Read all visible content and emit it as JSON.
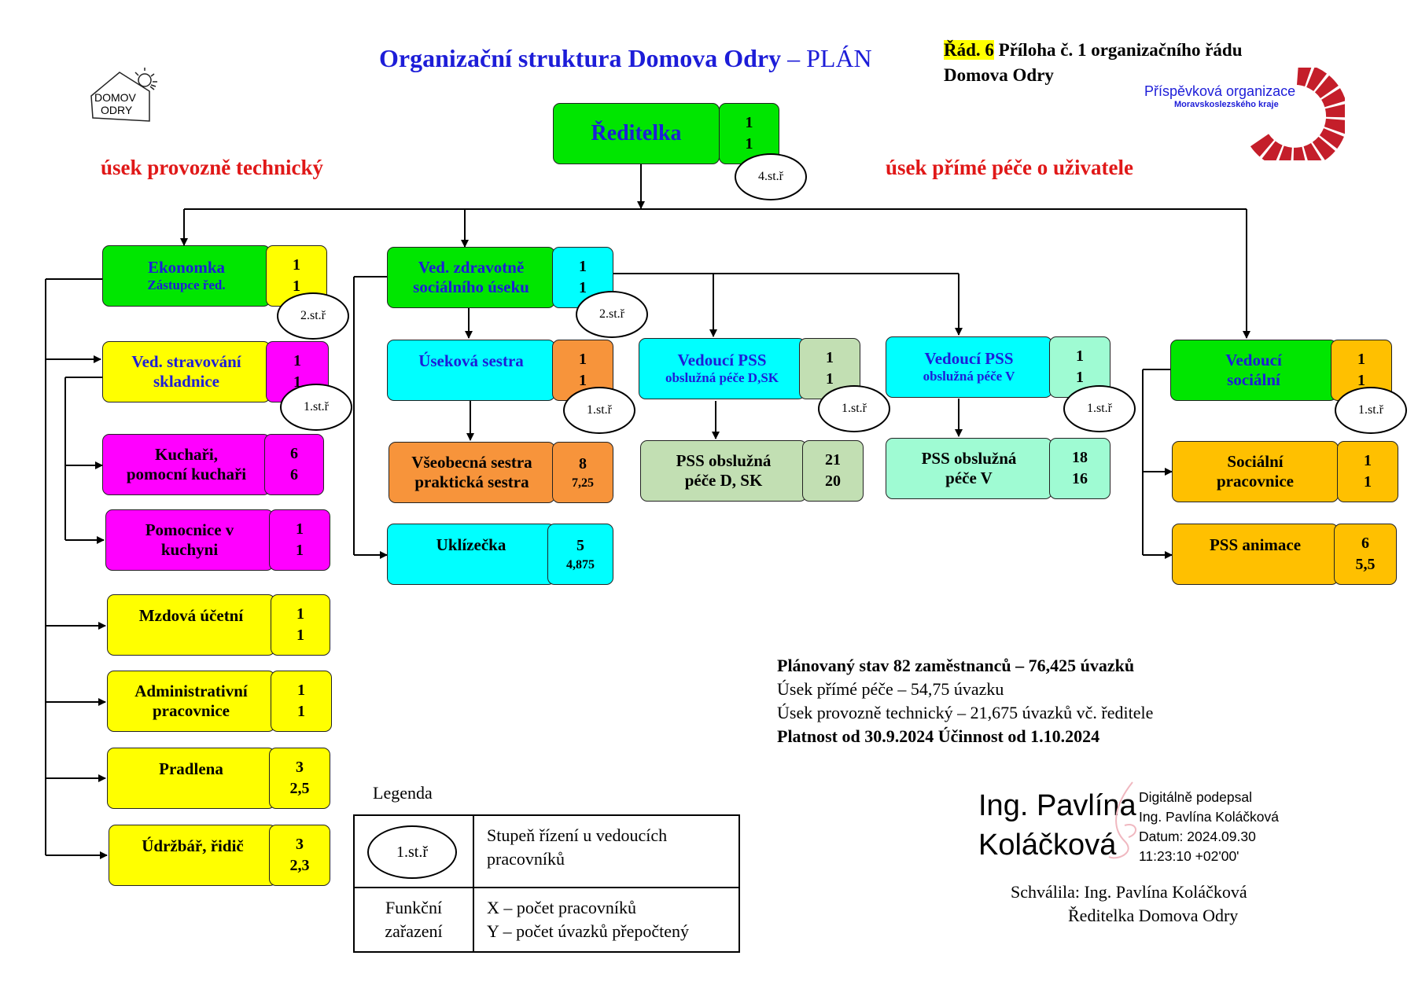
{
  "header": {
    "title_main": "Organizační struktura Domova Odry",
    "title_sep": " – ",
    "title_plan": "PLÁN",
    "rad_hl": "Řád. 6",
    "rad_rest": " Příloha č. 1 organizačního řádu",
    "rad_line2": "Domova Odry",
    "logo_left_line1": "DOMOV",
    "logo_left_line2": "ODRY",
    "logo_right_line1": "Příspěvková organizace",
    "logo_right_line2": "Moravskoslezského kraje"
  },
  "sections": {
    "left": "úsek provozně technický",
    "right": "úsek přímé péče o uživatele"
  },
  "colors": {
    "title_blue": "#1d1dd8",
    "section_red": "#e01818",
    "green": "#00e600",
    "yellow": "#ffff00",
    "magenta": "#ff00ff",
    "cyan": "#00ffff",
    "orange": "#f7943b",
    "light_green": "#c2dfb3",
    "mint": "#9ffbd3",
    "gold": "#ffc000",
    "logo_red": "#c41e2a"
  },
  "nodes": {
    "reditelka": {
      "label": "Ředitelka",
      "x": "1",
      "y": "1",
      "level": "4.st.ř"
    },
    "ekonomka": {
      "label": "Ekonomka",
      "sub": "Zástupce řed.",
      "x": "1",
      "y": "1",
      "level": "2.st.ř"
    },
    "stravovani": {
      "label1": "Ved. stravování",
      "label2": "skladnice",
      "x": "1",
      "y": "1",
      "level": "1.st.ř"
    },
    "kuchari": {
      "label1": "Kuchaři,",
      "label2": "pomocní kuchaři",
      "x": "6",
      "y": "6"
    },
    "pomocnice": {
      "label1": "Pomocnice v",
      "label2": "kuchyni",
      "x": "1",
      "y": "1"
    },
    "mzdova": {
      "label": "Mzdová účetní",
      "x": "1",
      "y": "1"
    },
    "administrativni": {
      "label1": "Administrativní",
      "label2": "pracovnice",
      "x": "1",
      "y": "1"
    },
    "pradlena": {
      "label": "Pradlena",
      "x": "3",
      "y": "2,5"
    },
    "udrzbar": {
      "label": "Údržbář, řidič",
      "x": "3",
      "y": "2,3"
    },
    "ved_zdrav": {
      "label1": "Ved. zdravotně",
      "label2": "sociálního úseku",
      "x": "1",
      "y": "1",
      "level": "2.st.ř"
    },
    "usekova": {
      "label": "Úseková sestra",
      "x": "1",
      "y": "1",
      "level": "1.st.ř"
    },
    "vseobecna": {
      "label1": "Všeobecná sestra",
      "label2": "praktická sestra",
      "x": "8",
      "y": "7,25"
    },
    "uklizecka": {
      "label": "Uklízečka",
      "x": "5",
      "y": "4,875"
    },
    "ved_pss_dsk": {
      "label": "Vedoucí PSS",
      "sub": "obslužná péče D,SK",
      "x": "1",
      "y": "1",
      "level": "1.st.ř"
    },
    "pss_dsk": {
      "label1": "PSS obslužná",
      "label2": "péče D, SK",
      "x": "21",
      "y": "20"
    },
    "ved_pss_v": {
      "label": "Vedoucí PSS",
      "sub": "obslužná péče V",
      "x": "1",
      "y": "1",
      "level": "1.st.ř"
    },
    "pss_v": {
      "label1": "PSS obslužná",
      "label2": "péče V",
      "x": "18",
      "y": "16"
    },
    "ved_social": {
      "label1": "Vedoucí",
      "label2": "sociální",
      "x": "1",
      "y": "1",
      "level": "1.st.ř"
    },
    "socialni_prac": {
      "label1": "Sociální",
      "label2": "pracovnice",
      "x": "1",
      "y": "1"
    },
    "pss_animace": {
      "label": "PSS animace",
      "x": "6",
      "y": "5,5"
    }
  },
  "summary": {
    "line1": "Plánovaný stav 82 zaměstnanců – 76,425 úvazků",
    "line2": "Úsek přímé péče – 54,75 úvazku",
    "line3": "Úsek provozně technický – 21,675 úvazků vč. ředitele",
    "line4": "Platnost od 30.9.2024 Účinnost od 1.10.2024"
  },
  "legend": {
    "title": "Legenda",
    "oval": "1.st.ř",
    "oval_desc1": "Stupeň řízení u vedoucích",
    "oval_desc2": "pracovníků",
    "func1": "Funkční",
    "func2": "zařazení",
    "x_desc": "X – počet pracovníků",
    "y_desc": "Y – počet úvazků přepočtený"
  },
  "signature": {
    "name1": "Ing. Pavlína",
    "name2": "Koláčková",
    "info1": "Digitálně podepsal",
    "info2": "Ing. Pavlína Koláčková",
    "info3": "Datum: 2024.09.30",
    "info4": "11:23:10 +02'00'",
    "approved1": "Schválila: Ing. Pavlína Koláčková",
    "approved2": "Ředitelka Domova Odry"
  }
}
